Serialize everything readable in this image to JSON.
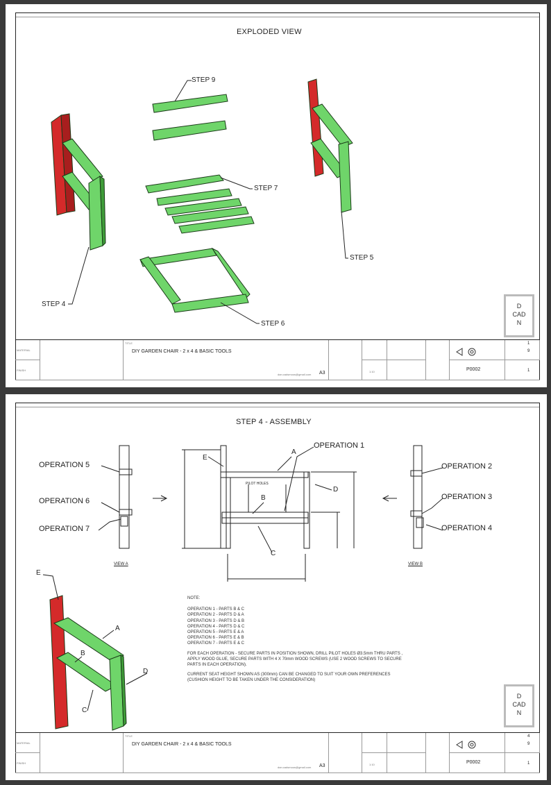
{
  "sheet1": {
    "title": "EXPLODED VIEW",
    "steps": {
      "step9": "STEP 9",
      "step7": "STEP 7",
      "step5": "STEP 5",
      "step4": "STEP 4",
      "step6": "STEP 6"
    },
    "logo": {
      "line1": "D",
      "line2": "CAD",
      "line3": "N"
    },
    "titleblock": {
      "material_label": "MATERIAL",
      "finish_label": "FINISH",
      "title_label": "TITLE",
      "drawing_title": "DIY GARDEN CHAIR - 2 x 4 & BASIC TOOLS",
      "email": "dan.cadsmoos@gmail.com",
      "paper_size": "A3",
      "scale_value": "1:10",
      "drawing_no": "P0002",
      "sheet_top": "1",
      "sheet_bottom": "9",
      "revision": "1"
    }
  },
  "sheet2": {
    "title": "STEP 4 - ASSEMBLY",
    "operations": {
      "op1": "OPERATION 1",
      "op2": "OPERATION 2",
      "op3": "OPERATION 3",
      "op4": "OPERATION 4",
      "op5": "OPERATION 5",
      "op6": "OPERATION 6",
      "op7": "OPERATION 7"
    },
    "parts": {
      "a": "A",
      "b": "B",
      "c": "C",
      "d": "D",
      "e": "E"
    },
    "pilot_holes": "PILOT HOLES",
    "view_a": "VIEW A",
    "view_b": "VIEW B",
    "note": {
      "heading": "NOTE:",
      "lines": [
        "OPERATION 1 - PARTS B & C",
        "OPERATION 2 - PARTS D & A",
        "OPERATION 3 - PARTS D & B",
        "OPERATION 4 - PARTS D & C",
        "OPERATION 5 - PARTS E & A",
        "OPERATION 6 - PARTS E & B",
        "OPERATION 7 - PARTS E & C"
      ],
      "para1a": "FOR EACH OPERATION - SECURE PARTS IN POSITION SHOWN, DRILL PILOT HOLES Ø3.5mm THRU PARTS ,",
      "para1b": "APPLY WOOD GLUE, SECURE PARTS WITH 4 X 70mm WOOD SCREWS (USE 2 WOOD SCREWS TO SECURE",
      "para1c": "PARTS IN EACH OPERATION).",
      "para2a": "CURRENT SEAT HEIGHT SHOWN AS (300mm) CAN BE CHANGED TO SUIT YOUR OWN PREFERENCES",
      "para2b": "(CUSHION HEIGHT TO BE TAKEN UNDER THE CONSIDERATION)"
    },
    "logo": {
      "line1": "D",
      "line2": "CAD",
      "line3": "N"
    },
    "titleblock": {
      "material_label": "MATERIAL",
      "finish_label": "FINISH",
      "title_label": "TITLE",
      "drawing_title": "DIY GARDEN CHAIR - 2 x 4 & BASIC TOOLS",
      "email": "dan.cadsmoos@gmail.com",
      "paper_size": "A3",
      "scale_value": "1:10",
      "drawing_no": "P0002",
      "sheet_top": "4",
      "sheet_bottom": "9",
      "revision": "1"
    }
  },
  "colors": {
    "wood_green": "#6fd56a",
    "wood_green_dark": "#2f7a2a",
    "post_red": "#d42a2a"
  }
}
